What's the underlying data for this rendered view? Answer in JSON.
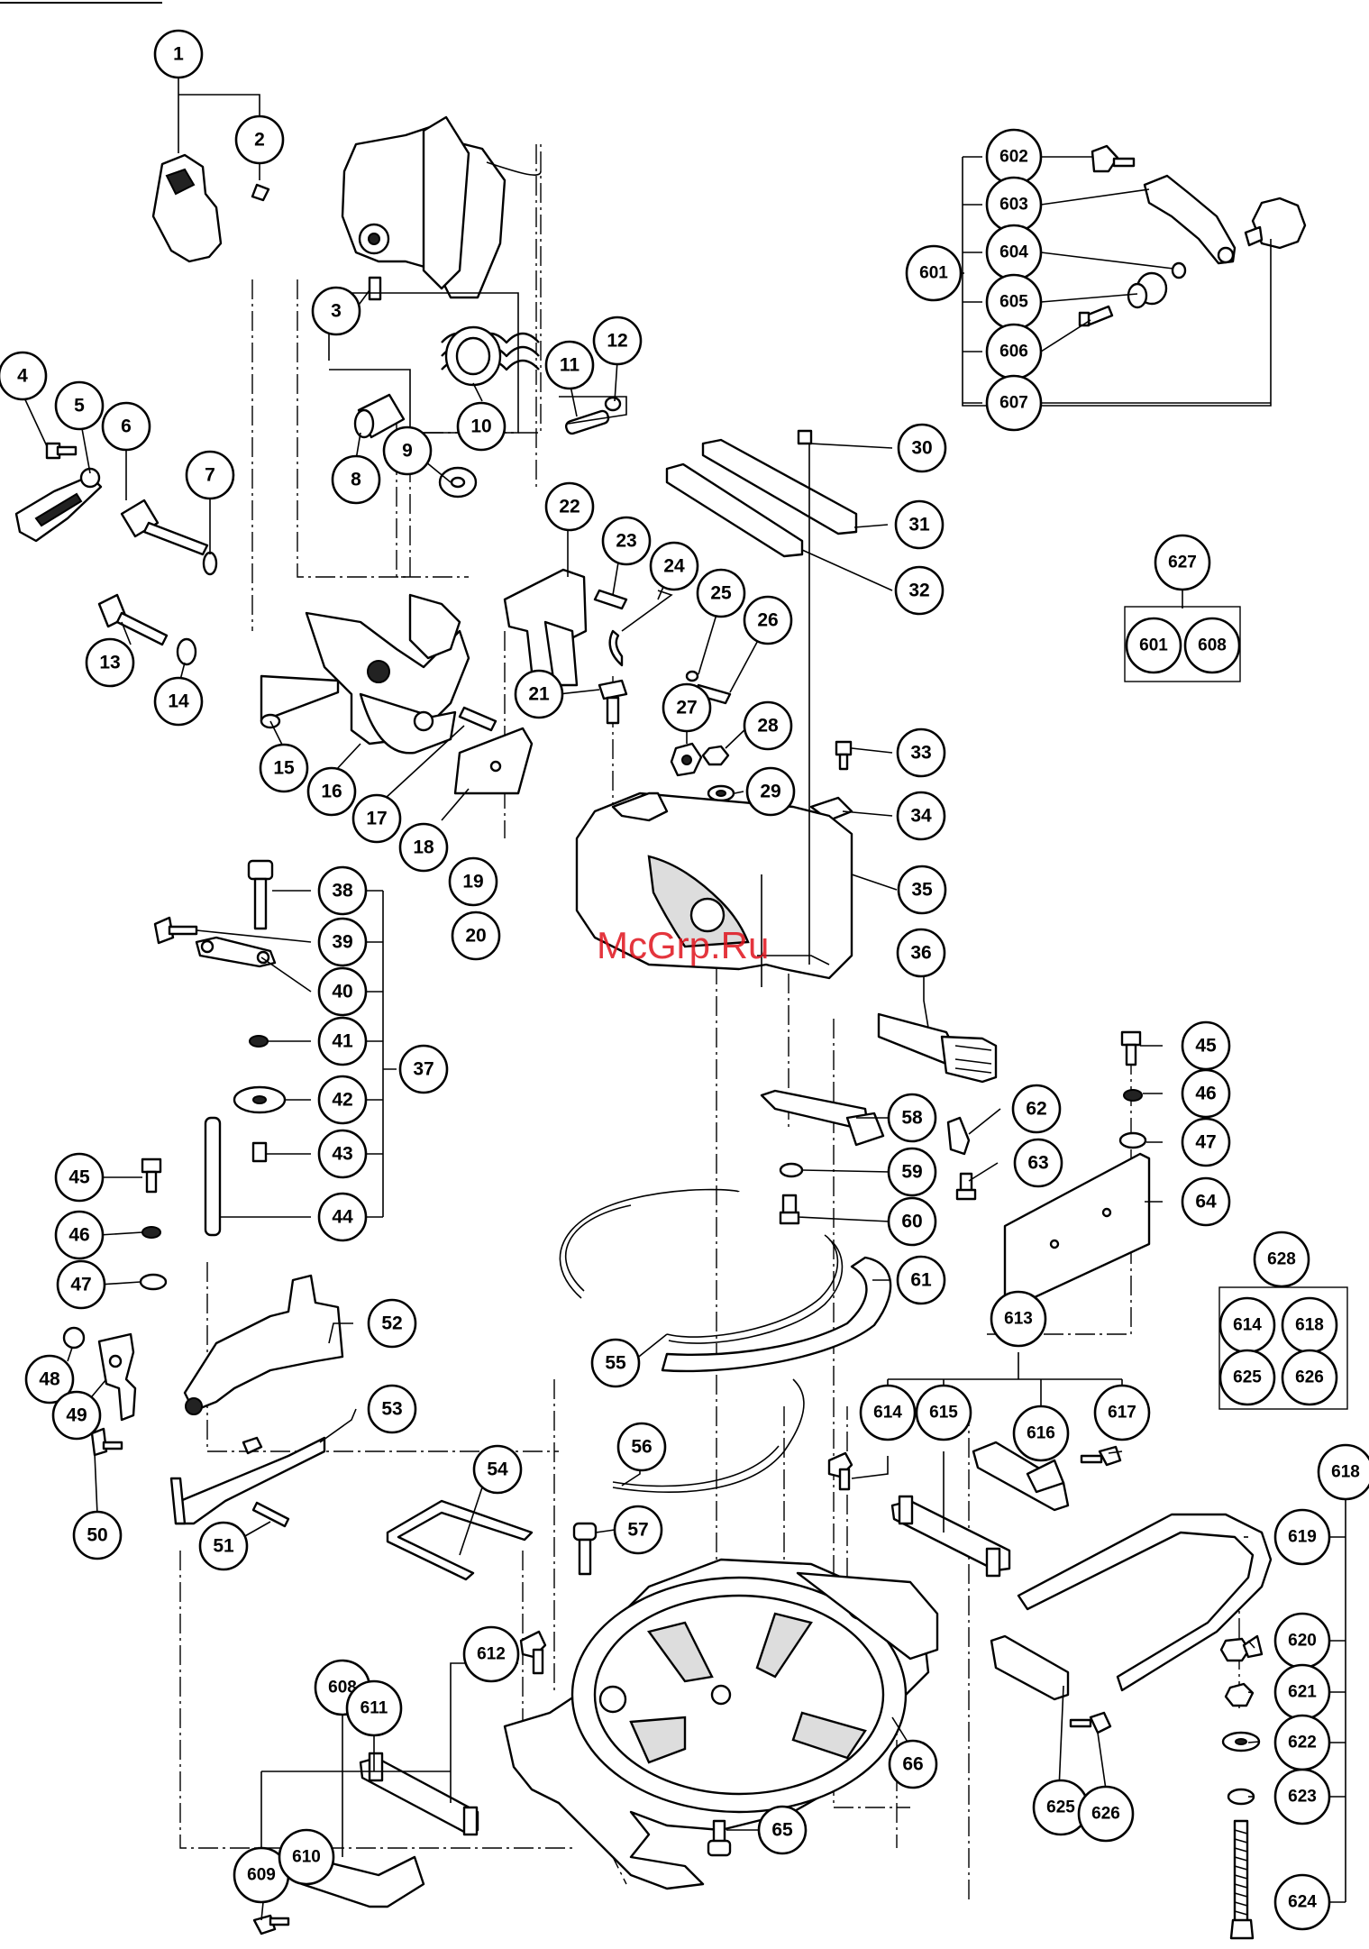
{
  "watermark": "McGrp.Ru",
  "callouts": [
    "1",
    "2",
    "3",
    "4",
    "5",
    "6",
    "7",
    "8",
    "9",
    "10",
    "11",
    "12",
    "13",
    "14",
    "15",
    "16",
    "17",
    "18",
    "19",
    "20",
    "21",
    "22",
    "23",
    "24",
    "25",
    "26",
    "27",
    "28",
    "29",
    "30",
    "31",
    "32",
    "33",
    "34",
    "35",
    "36",
    "37",
    "38",
    "39",
    "40",
    "41",
    "42",
    "43",
    "44",
    "45",
    "46",
    "47",
    "45",
    "46",
    "47",
    "48",
    "49",
    "50",
    "51",
    "52",
    "53",
    "54",
    "55",
    "56",
    "57",
    "58",
    "59",
    "60",
    "61",
    "62",
    "63",
    "64",
    "65",
    "66",
    "601",
    "602",
    "603",
    "604",
    "605",
    "606",
    "607",
    "608",
    "609",
    "610",
    "611",
    "612",
    "613",
    "614",
    "615",
    "616",
    "617",
    "618",
    "619",
    "620",
    "621",
    "622",
    "623",
    "624",
    "625",
    "626",
    "627",
    "601",
    "608",
    "628",
    "614",
    "618",
    "625",
    "626"
  ]
}
